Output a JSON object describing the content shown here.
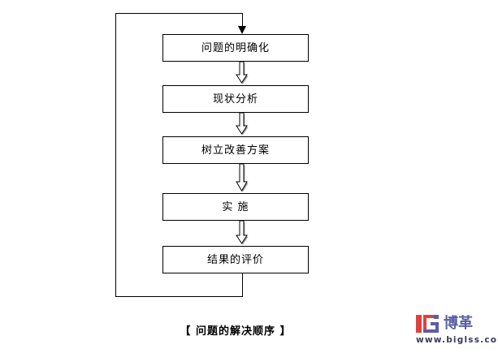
{
  "diagram": {
    "title": "【 问题的解决顺序 】",
    "nodes": [
      {
        "id": "clarify",
        "label": "问题的明确化"
      },
      {
        "id": "analyze",
        "label": "现状分析"
      },
      {
        "id": "plan",
        "label": "树立改善方案"
      },
      {
        "id": "implement",
        "label": "实 施"
      },
      {
        "id": "evaluate",
        "label": "结果的评价"
      }
    ],
    "connectors": [
      {
        "from": "clarify",
        "to": "analyze",
        "style": "block-arrow"
      },
      {
        "from": "analyze",
        "to": "plan",
        "style": "block-arrow"
      },
      {
        "from": "plan",
        "to": "implement",
        "style": "block-arrow"
      },
      {
        "from": "implement",
        "to": "evaluate",
        "style": "block-arrow"
      },
      {
        "from": "evaluate",
        "to": "clarify",
        "style": "feedback-loop"
      }
    ],
    "colors": {
      "line": "#000000",
      "box_fill": "#ffffff",
      "arrow_fill": "#ffffff",
      "arrow_shadow": "#9a9a9a",
      "text": "#000000",
      "background": "#ffffff"
    }
  },
  "watermark": {
    "brand_cn": "博革",
    "url": "www.biglss.com",
    "mark_letters": "IG",
    "colors": {
      "mark_red": "#d9433f",
      "mark_purple": "#5b5ea6",
      "brand_text": "#5b5ea6",
      "url_text": "#3a3a5c"
    }
  }
}
